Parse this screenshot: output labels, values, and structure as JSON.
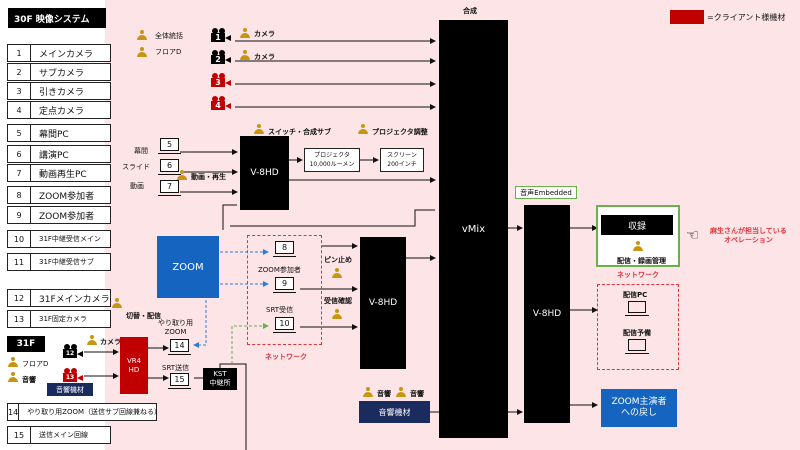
{
  "title": "30F 映像システム",
  "legend_key": {
    "label": "=クライアント様機材",
    "color": "#c00000"
  },
  "legend_items": [
    {
      "num": "1",
      "label": "メインカメラ"
    },
    {
      "num": "2",
      "label": "サブカメラ"
    },
    {
      "num": "3",
      "label": "引きカメラ"
    },
    {
      "num": "4",
      "label": "定点カメラ"
    },
    {
      "num": "5",
      "label": "幕間PC"
    },
    {
      "num": "6",
      "label": "講演PC"
    },
    {
      "num": "7",
      "label": "動画再生PC"
    },
    {
      "num": "8",
      "label": "ZOOM参加者"
    },
    {
      "num": "9",
      "label": "ZOOM参加者"
    },
    {
      "num": "10",
      "label": "31F中継受信メイン"
    },
    {
      "num": "11",
      "label": "31F中継受信サブ"
    },
    {
      "num": "12",
      "label": "31Fメインカメラ"
    },
    {
      "num": "13",
      "label": "31F固定カメラ"
    },
    {
      "num": "14",
      "label": "やり取り用ZOOM（送信サブ回線兼ねる）"
    },
    {
      "num": "15",
      "label": "送信メイン回線"
    }
  ],
  "staff": {
    "zentai": "全体統括",
    "floor": "フロアD"
  },
  "cameras": {
    "label": "カメラ",
    "nums": [
      "1",
      "2",
      "3",
      "4"
    ]
  },
  "switcher_top": {
    "label": "V-8HD",
    "staff_label": "スイッチ・合成サブ",
    "playback_label": "動画・再生"
  },
  "projector": {
    "staff_label": "プロジェクタ調整",
    "projector": "プロジェクタ\n10,000ルーメン",
    "screen": "スクリーン\n200インチ"
  },
  "pc_inputs": [
    {
      "label": "幕間",
      "num": "5"
    },
    {
      "label": "スライド",
      "num": "6"
    },
    {
      "label": "動画",
      "num": "7"
    }
  ],
  "vmix": {
    "label": "vMix",
    "top_label": "合成"
  },
  "zoom": {
    "label": "ZOOM"
  },
  "network_box": {
    "num8": "8",
    "num9": "9",
    "num10": "10",
    "zoom_label": "ZOOM参加者",
    "srt_label": "SRT受信",
    "network": "ネットワーク",
    "pin": "ピン止め",
    "recv_check": "受信確認"
  },
  "switcher_mid": {
    "label": "V-8HD"
  },
  "switcher_right": {
    "label": "V-8HD",
    "embed": "音声Embedded"
  },
  "record": {
    "label": "収録",
    "staff": "配信・録画管理",
    "network": "ネットワーク",
    "note": "麻生さんが担当している\nオペレーション"
  },
  "distribution": {
    "pc": "配信PC",
    "backup": "配信予備"
  },
  "floor31": {
    "label": "31F",
    "floor_d": "フロアD",
    "camera": "カメラ",
    "audio": "音響",
    "audio_box": "音響機材",
    "vr4": "VR4\nHD",
    "staff_label": "切替・配信",
    "zoom_label": "やり取り用\nZOOM",
    "num14": "14",
    "srt_send": "SRT送信",
    "num15": "15",
    "cam12": "12",
    "cam13": "13"
  },
  "kst": {
    "label": "KST\n中継所"
  },
  "audio_main": {
    "label": "音響機材",
    "staff1": "音響",
    "staff2": "音響"
  },
  "zoom_return": {
    "label": "ZOOM主演者\nへの戻し"
  }
}
